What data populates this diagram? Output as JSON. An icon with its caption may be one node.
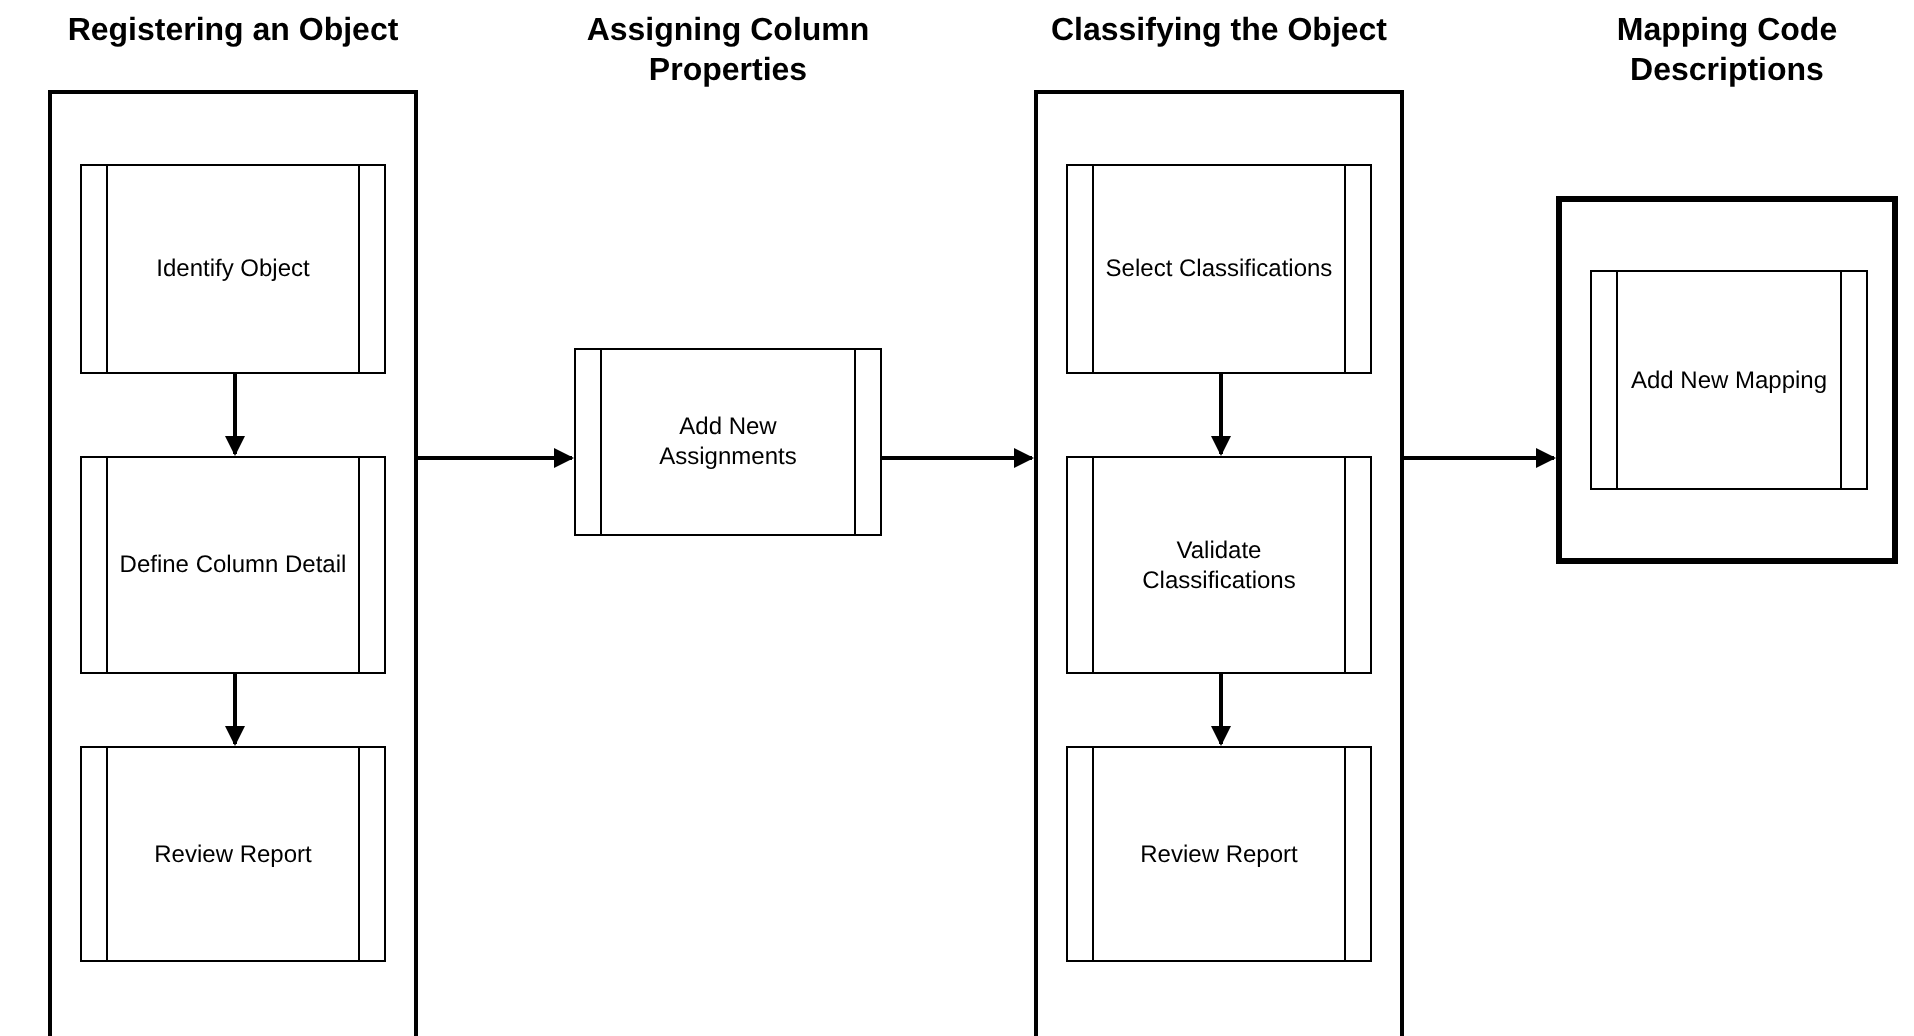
{
  "diagram": {
    "nodes": [
      {
        "text": [
          "Registering an Object"
        ]
      },
      {
        "text": [
          "Identify Object"
        ],
        "in": 0
      },
      {
        "text": [
          "Define Column Detail"
        ],
        "in": 0
      },
      {
        "text": [
          "Review Report"
        ],
        "in": 0
      },
      {
        "text": [
          "Add New Assignments"
        ]
      },
      {
        "text": [
          "Classifying the Object"
        ]
      },
      {
        "text": [
          "Select Classifications"
        ],
        "in": 5
      },
      {
        "text": [
          "Validate Classifications"
        ],
        "in": 5
      },
      {
        "text": [
          "Review Report"
        ],
        "in": 5
      },
      {
        "text": [
          "Mapping Code Descriptions"
        ]
      },
      {
        "text": [
          "Add New Mapping"
        ],
        "in": 9
      }
    ],
    "edges": [
      {
        "from": 1,
        "to": 2,
        "arrow": "to"
      },
      {
        "from": 2,
        "to": 3,
        "arrow": "to"
      },
      {
        "from": 0,
        "to": 4,
        "arrow": "to"
      },
      {
        "from": 4,
        "to": 5,
        "arrow": "to"
      },
      {
        "from": 6,
        "to": 7,
        "arrow": "to"
      },
      {
        "from": 7,
        "to": 8,
        "arrow": "to"
      },
      {
        "from": 5,
        "to": 9,
        "arrow": "to"
      }
    ],
    "labels": [
      "Assigning Column Properties"
    ]
  }
}
